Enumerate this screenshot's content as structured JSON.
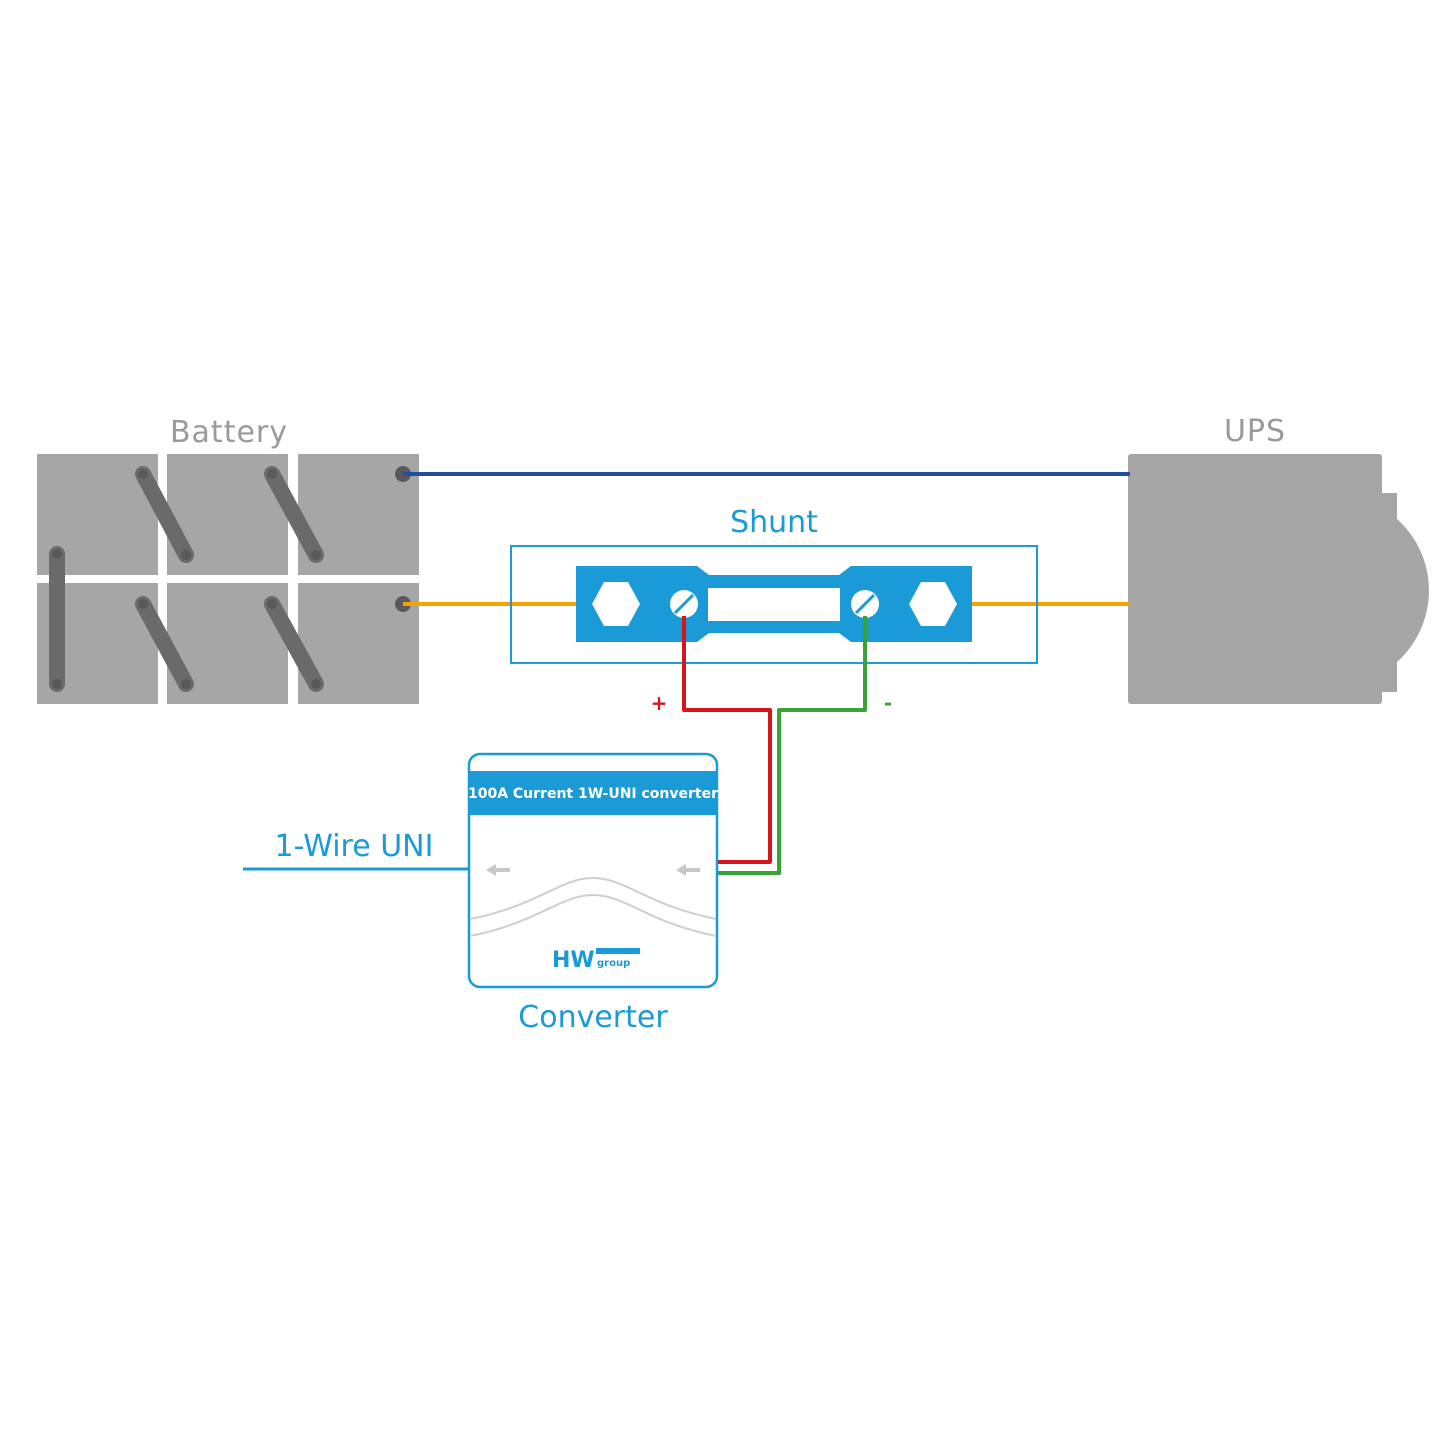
{
  "labels": {
    "battery": "Battery",
    "ups": "UPS",
    "shunt": "Shunt",
    "plus": "+",
    "minus": "-",
    "onewire": "1-Wire UNI",
    "converter": "Converter"
  },
  "converter_box": {
    "title": "100A Current 1W-UNI converter",
    "logo_main": "HW",
    "logo_sub": "group"
  },
  "colors": {
    "battery_gray": "#a6a6a6",
    "post_dark": "#595959",
    "accent_blue": "#1a9ad6",
    "wire_navy": "#1f4f9e",
    "wire_orange": "#f5a300",
    "wire_red": "#d6161c",
    "wire_green": "#3aa335"
  }
}
